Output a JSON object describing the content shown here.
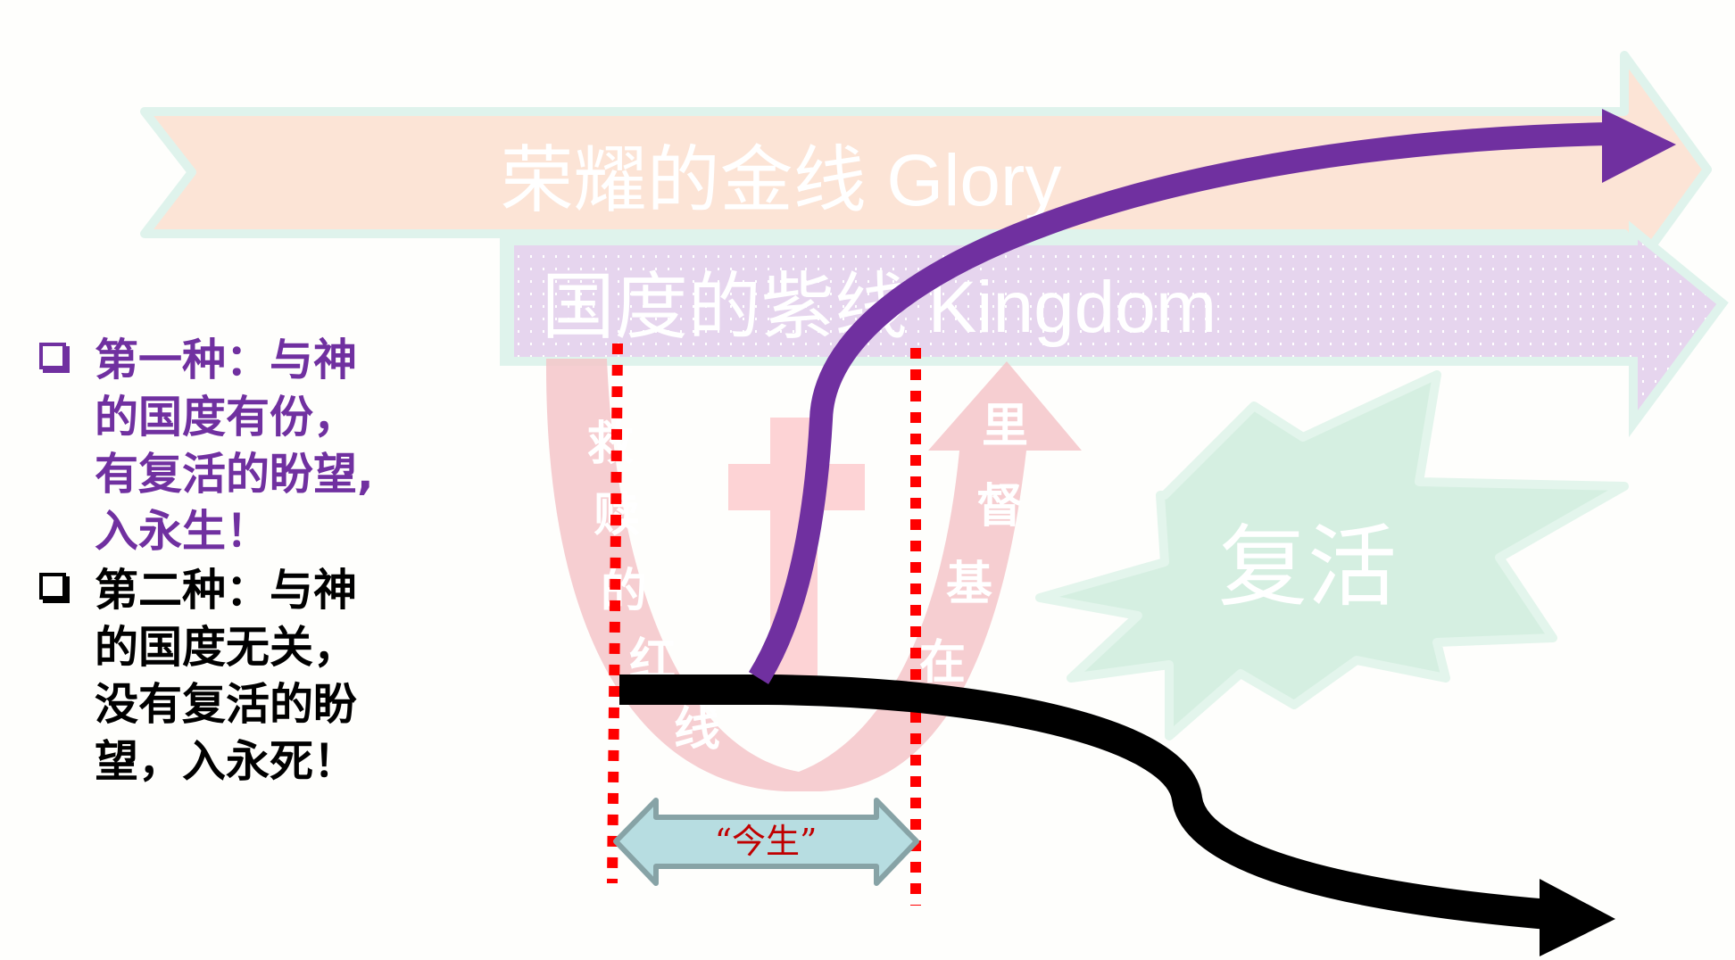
{
  "banners": {
    "glory": "荣耀的金线 Glory",
    "kingdom": "国度的紫线 Kingdom"
  },
  "red_line_label": [
    "救",
    "赎",
    "的",
    "红",
    "线"
  ],
  "christ_label": [
    "里",
    "督",
    "基",
    "在"
  ],
  "starburst_label": "复活",
  "this_life_label": "“今生”",
  "bullets": [
    {
      "text": "第一种：与神的国度有份，有复活的盼望,入永生！",
      "lines": [
        "第一种：与神",
        "的国度有份，",
        "有复活的盼望,",
        "入永生！"
      ]
    },
    {
      "text": "第二种：与神的国度无关，没有复活的盼望，入永死！",
      "lines": [
        "第二种：与神",
        "的国度无关，",
        "没有复活的盼",
        "望，入永死！"
      ]
    }
  ],
  "colors": {
    "purple": "#7030a0",
    "glory_fill": "#fce4d6",
    "kingdom_fill": "#e6d5ee",
    "red_dots": "#ff0000",
    "life_arrow": "#b7dde1",
    "burst": "#d5efe1"
  }
}
